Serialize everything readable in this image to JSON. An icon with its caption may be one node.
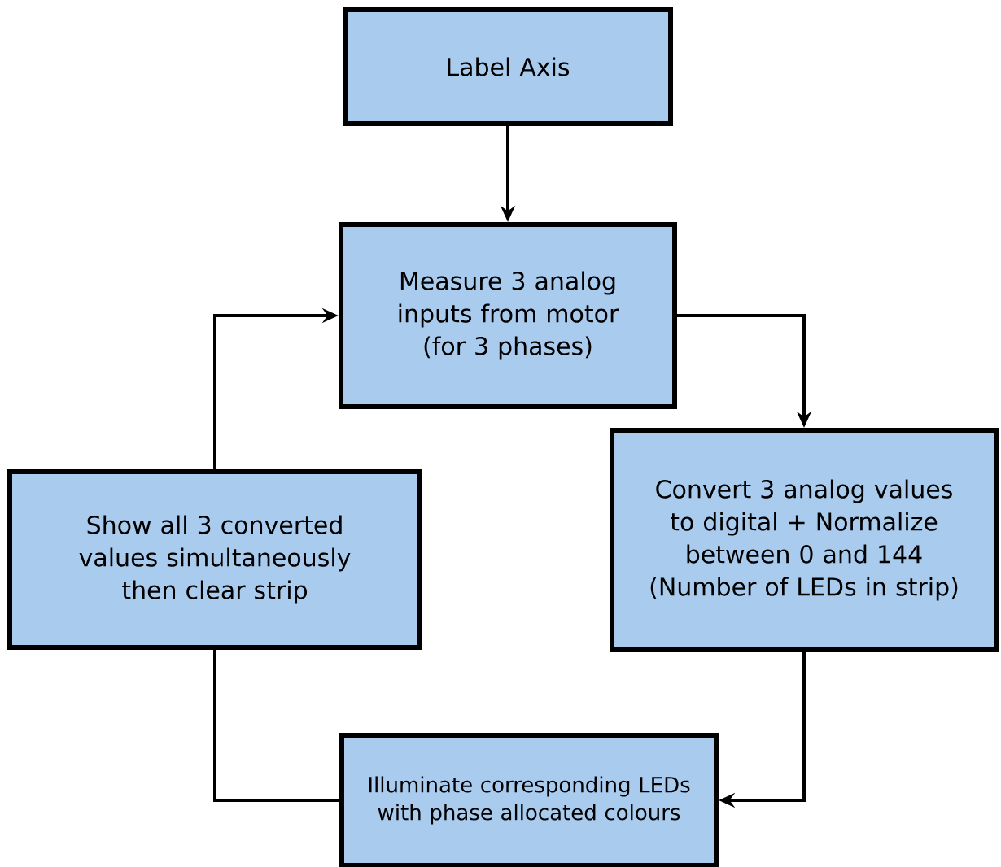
{
  "diagram": {
    "nodes": [
      {
        "text": [
          "Label Axis"
        ]
      },
      {
        "text": [
          "Measure 3 analog inputs from motor (for 3 phases)"
        ]
      },
      {
        "text": [
          "Convert 3 analog values to digital + Normalize between 0 and 144 (Number of LEDs in strip)"
        ]
      },
      {
        "text": [
          "Show all 3 converted values simultaneously then clear strip"
        ]
      },
      {
        "text": [
          "Illuminate corresponding LEDs with phase allocated colours"
        ]
      }
    ],
    "edges": [
      {
        "from": 0,
        "to": 1,
        "arrow": "to"
      },
      {
        "from": 1,
        "to": 2,
        "arrow": "to"
      },
      {
        "from": 2,
        "to": 4,
        "arrow": "to"
      },
      {
        "from": 4,
        "to": 3,
        "arrow": "none"
      },
      {
        "from": 3,
        "to": 1,
        "arrow": "to"
      }
    ]
  }
}
